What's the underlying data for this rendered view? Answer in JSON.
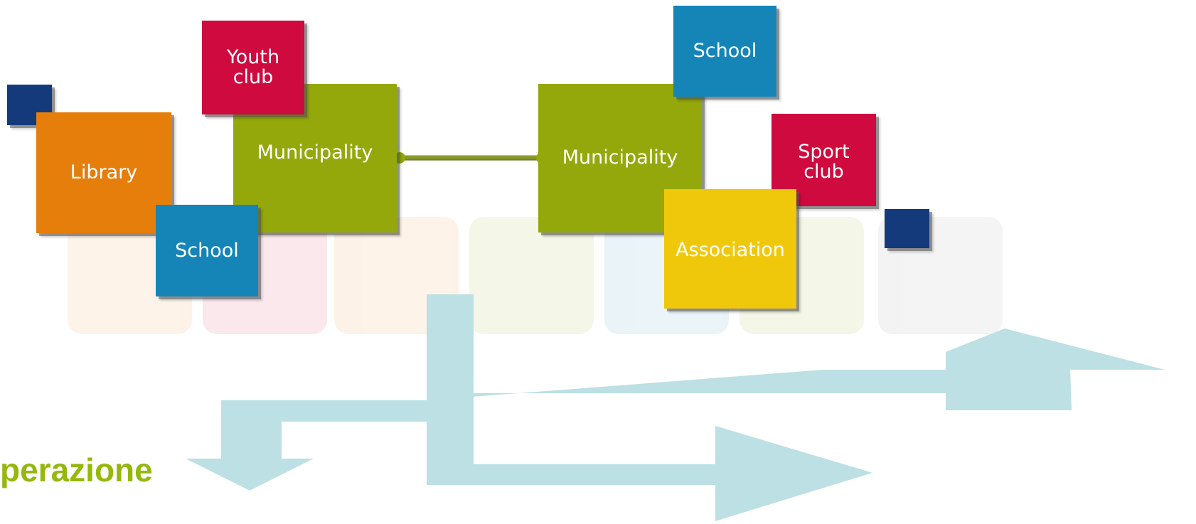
{
  "diagram": {
    "left_cluster": {
      "library": "Library",
      "municipality": "Municipality",
      "youth_club": "Youth\nclub",
      "school": "School"
    },
    "right_cluster": {
      "municipality": "Municipality",
      "school": "School",
      "sport_club": "Sport\nclub",
      "association": "Association"
    },
    "caption": "perazione"
  },
  "colors": {
    "library": "#e67e0c",
    "municipality": "#94a80c",
    "club": "#cf0a3e",
    "school": "#1585b7",
    "association": "#efc80c",
    "square": "#143a7c",
    "arrows": "#bce0e3",
    "caption": "#94b80c"
  }
}
